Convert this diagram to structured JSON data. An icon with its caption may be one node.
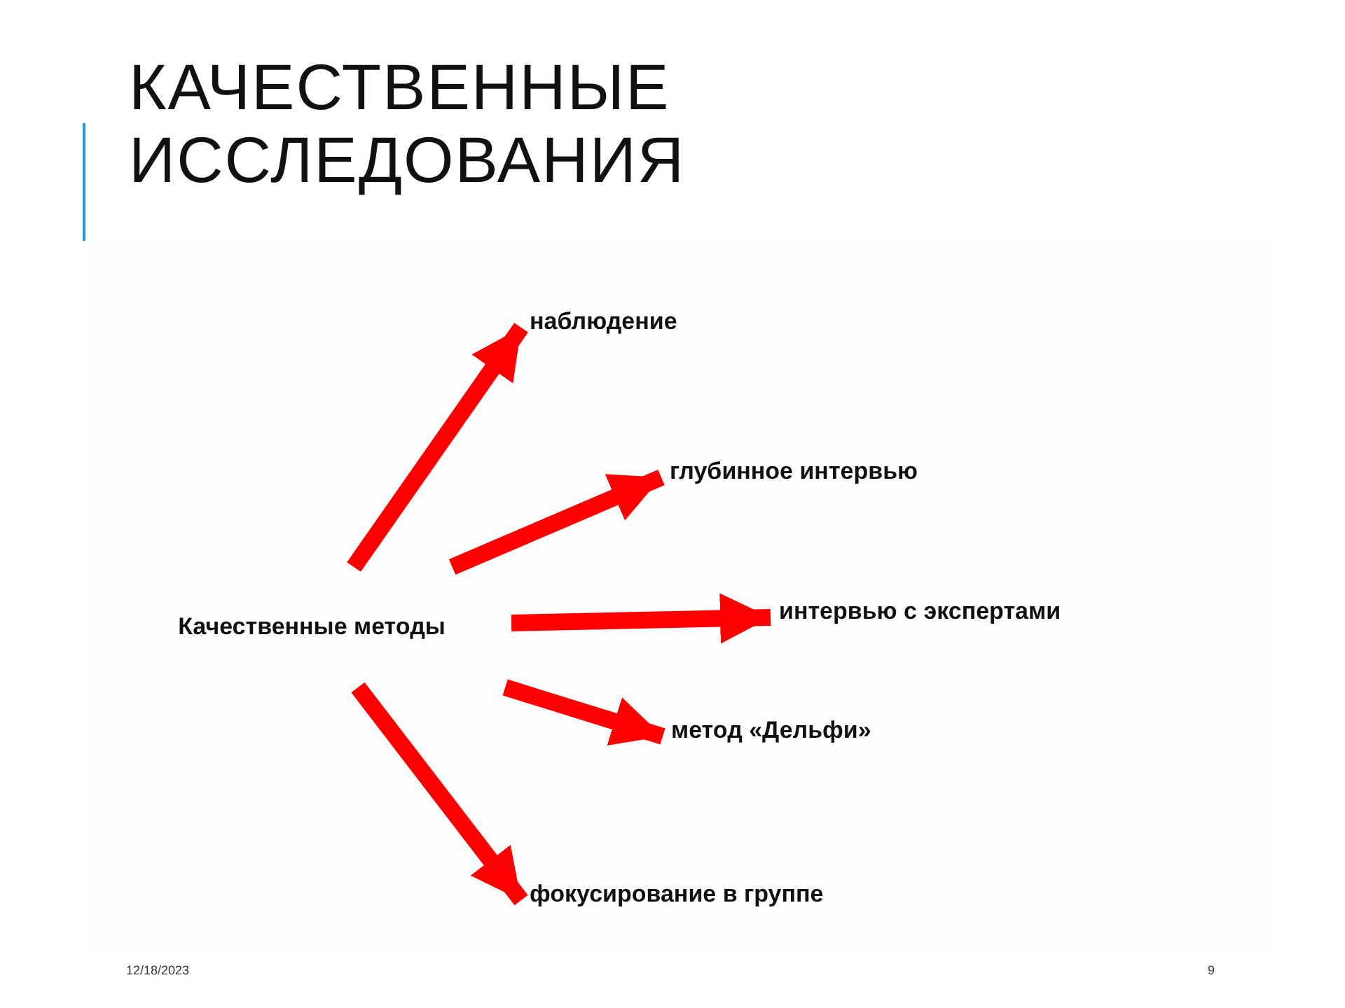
{
  "diagram": {
    "title": "КАЧЕСТВЕННЫЕ ИССЛЕДОВАНИЯ",
    "nodes": [
      {
        "text": [
          "Качественные методы"
        ]
      },
      {
        "text": [
          "наблюдение"
        ]
      },
      {
        "text": [
          "глубинное интервью"
        ]
      },
      {
        "text": [
          "интервью с экспертами"
        ]
      },
      {
        "text": [
          "метод «Дельфи»"
        ]
      },
      {
        "text": [
          "фокусирование в группе"
        ]
      }
    ],
    "edges": [
      {
        "from": 0,
        "to": 1,
        "arrow": "to"
      },
      {
        "from": 0,
        "to": 2,
        "arrow": "to"
      },
      {
        "from": 0,
        "to": 3,
        "arrow": "to"
      },
      {
        "from": 0,
        "to": 4,
        "arrow": "to"
      },
      {
        "from": 0,
        "to": 5,
        "arrow": "to"
      }
    ],
    "labels": [
      "12/18/2023",
      "9"
    ]
  }
}
